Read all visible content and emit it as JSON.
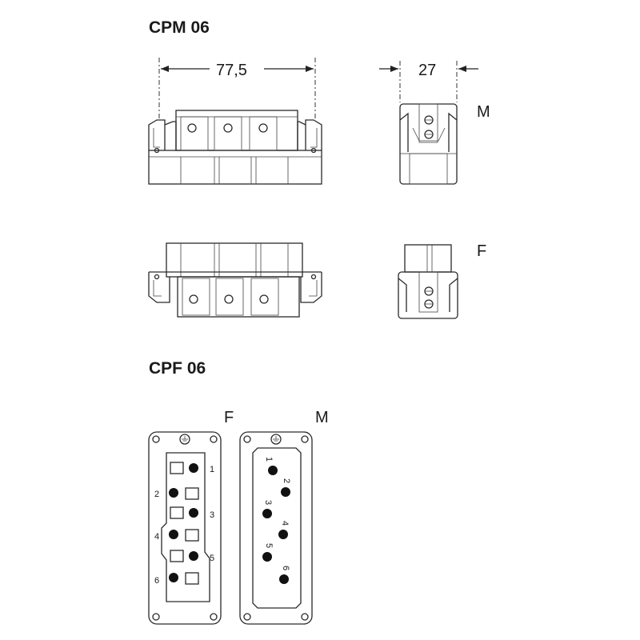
{
  "titles": {
    "cpm": "CPM 06",
    "cpf": "CPF 06"
  },
  "dimensions": {
    "width": "77,5",
    "depth": "27"
  },
  "labels": {
    "side_top": "M",
    "side_bottom": "F",
    "face_left": "F",
    "face_right": "M"
  },
  "female_pins": [
    "1",
    "2",
    "3",
    "4",
    "5",
    "6"
  ],
  "male_pins": [
    "1",
    "2",
    "3",
    "4",
    "5",
    "6"
  ],
  "colors": {
    "line": "#2a2a2a",
    "fill": "#ffffff"
  },
  "icons": [
    "ground-symbol-icon",
    "screw-icon",
    "contact-pin-icon",
    "contact-socket-icon",
    "arrow-icon"
  ]
}
